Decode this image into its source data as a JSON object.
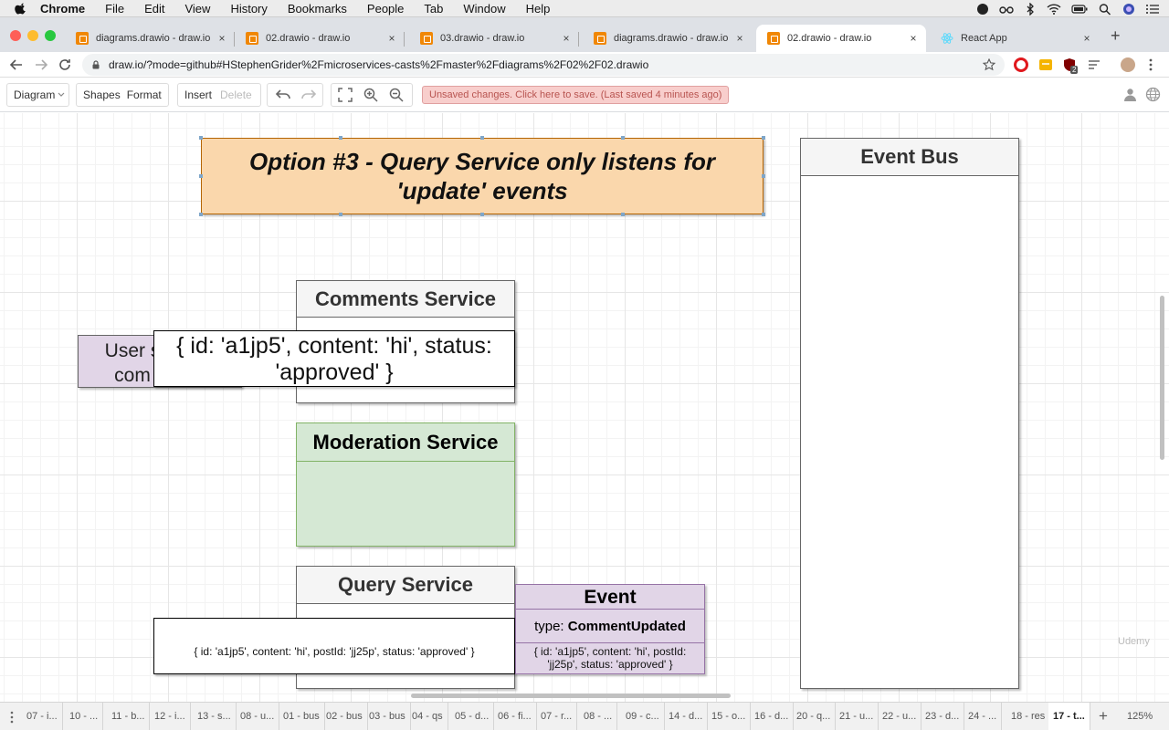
{
  "menubar": {
    "app": "Chrome",
    "items": [
      "File",
      "Edit",
      "View",
      "History",
      "Bookmarks",
      "People",
      "Tab",
      "Window",
      "Help"
    ]
  },
  "tabs": [
    {
      "label": "diagrams.drawio - draw.io",
      "close": "×"
    },
    {
      "label": "02.drawio - draw.io",
      "close": "×"
    },
    {
      "label": "03.drawio - draw.io",
      "close": "×"
    },
    {
      "label": "diagrams.drawio - draw.io",
      "close": "×"
    },
    {
      "label": "02.drawio - draw.io",
      "close": "×"
    },
    {
      "label": "React App",
      "close": "×"
    }
  ],
  "newtab": "+",
  "address": {
    "url": "draw.io/?mode=github#HStephenGrider%2Fmicroservices-casts%2Fmaster%2Fdiagrams%2F02%2F02.drawio",
    "ext_badge": "2"
  },
  "toolbar": {
    "diagram": "Diagram",
    "shapes": "Shapes",
    "format": "Format",
    "insert": "Insert",
    "delete": "Delete",
    "unsaved": "Unsaved changes. Click here to save. (Last saved 4 minutes ago)"
  },
  "diagram": {
    "title_line1": "Option #3 - Query Service only listens for",
    "title_line2": "'update' events",
    "event_bus": "Event Bus",
    "comments_service": "Comments Service",
    "moderation_service": "Moderation Service",
    "query_service": "Query Service",
    "user_box_line1": "User s",
    "user_box_line2": "com",
    "comment_obj_line1": "{ id: 'a1jp5', content: 'hi', status:",
    "comment_obj_line2": "'approved' }",
    "query_obj": "{ id: 'a1jp5', content: 'hi', postId: 'jj25p', status: 'approved' }",
    "event_title": "Event",
    "event_type_label": "type: ",
    "event_type_value": "CommentUpdated",
    "event_payload_line1": "{ id: 'a1jp5', content: 'hi', postId:",
    "event_payload_line2": "'jj25p', status: 'approved' }"
  },
  "watermark": "Udemy",
  "pagetabs": {
    "items": [
      "07 - i...",
      "10 - ...",
      "11 - b...",
      "12 - i...",
      "13 - s...",
      "08 - u...",
      "01 - bus",
      "02 - bus",
      "03 - bus",
      "04 - qs",
      "05 - d...",
      "06 - fi...",
      "07 - r...",
      "08 - ...",
      "09 - c...",
      "14 - d...",
      "15 - o...",
      "16 - d...",
      "20 - q...",
      "21 - u...",
      "22 - u...",
      "23 - d...",
      "24 - ...",
      "18 - res",
      "17 - t..."
    ],
    "add": "+",
    "zoom": "125%"
  },
  "colors": {
    "title_fill": "#fad7ac",
    "title_stroke": "#b46504",
    "purple_fill": "#e1d5e7",
    "green_fill": "#d5e8d4",
    "header_gray": "#f5f5f5",
    "unsaved_fill": "#f8cecc"
  }
}
